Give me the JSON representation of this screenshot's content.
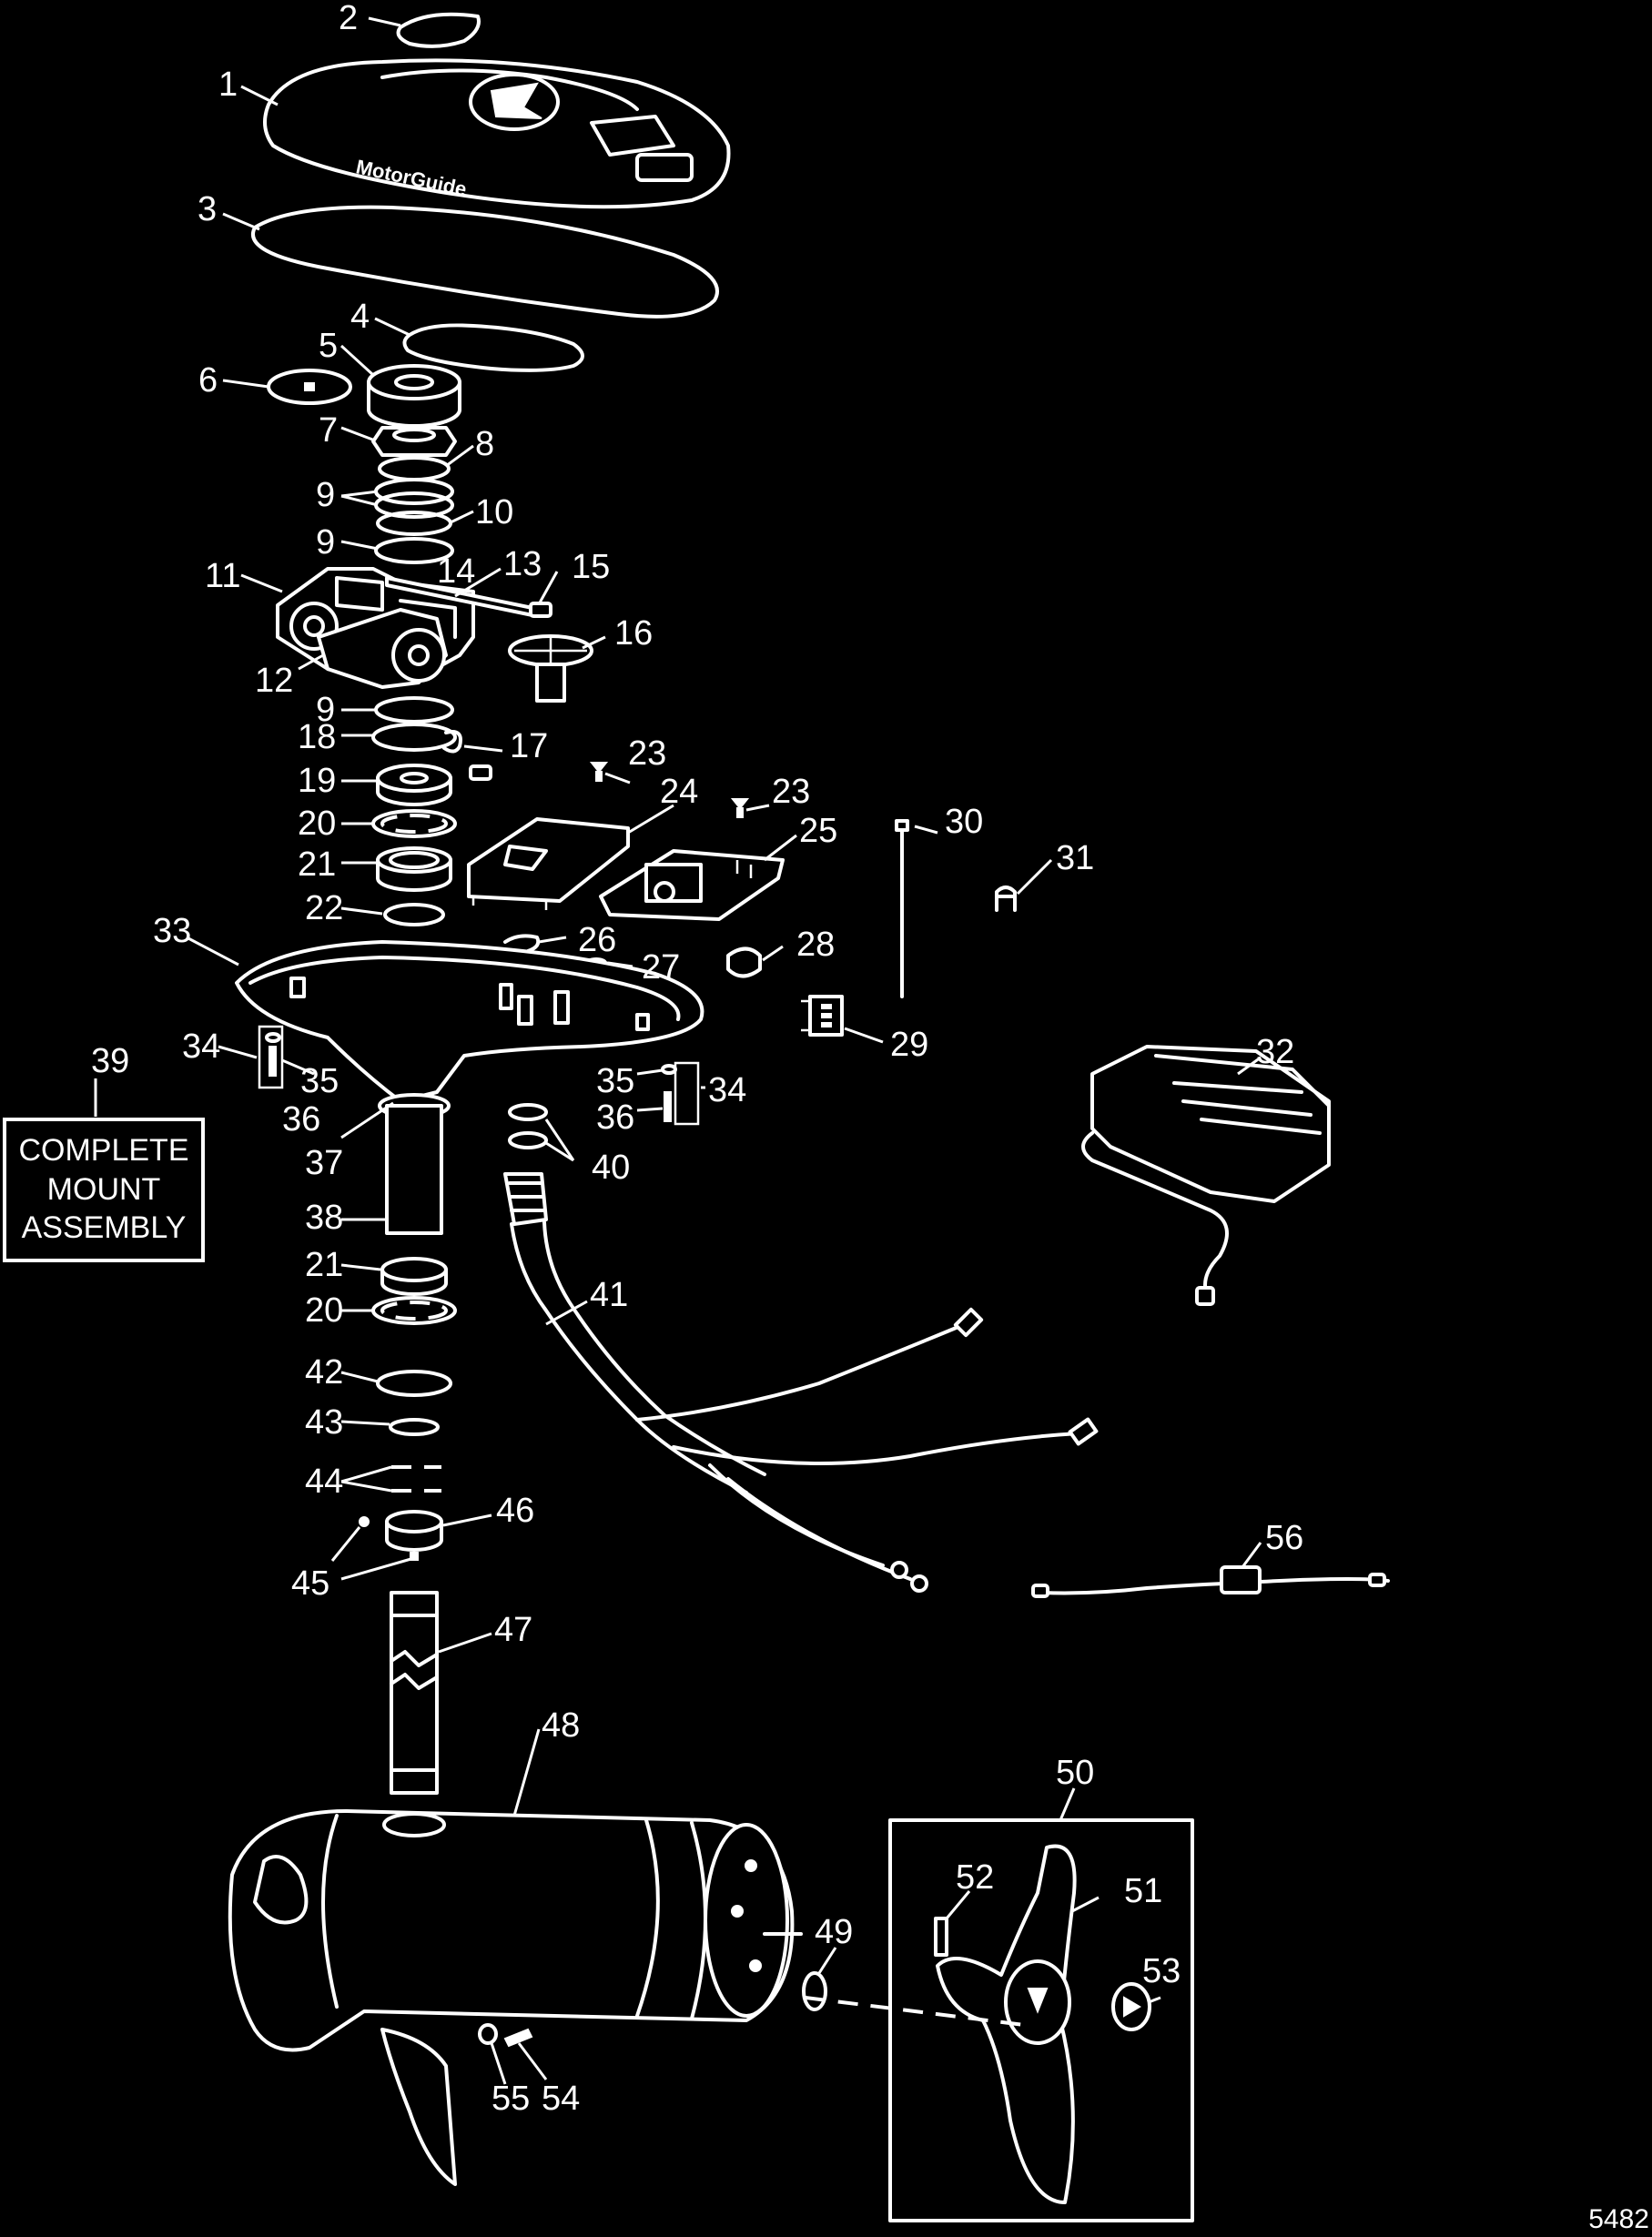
{
  "diagram": {
    "part_numbers": [
      "1",
      "2",
      "3",
      "4",
      "5",
      "6",
      "7",
      "8",
      "9",
      "10",
      "11",
      "12",
      "13",
      "14",
      "15",
      "16",
      "17",
      "18",
      "19",
      "20",
      "21",
      "22",
      "23",
      "24",
      "25",
      "26",
      "27",
      "28",
      "29",
      "30",
      "31",
      "32",
      "33",
      "34",
      "35",
      "36",
      "37",
      "38",
      "39",
      "40",
      "41",
      "42",
      "43",
      "44",
      "45",
      "46",
      "47",
      "48",
      "49",
      "50",
      "51",
      "52",
      "53",
      "54",
      "55",
      "56"
    ],
    "mount_box": {
      "number": "39",
      "line1": "COMPLETE",
      "line2": "MOUNT",
      "line3": "ASSEMBLY"
    },
    "brand_text": "MotorGuide",
    "figure_id": "5482"
  }
}
